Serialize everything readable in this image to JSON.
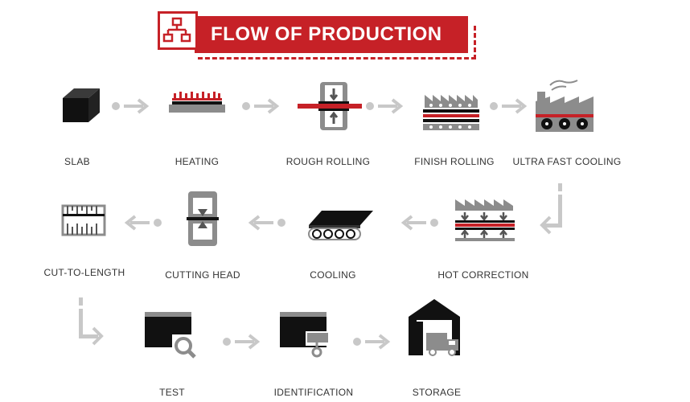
{
  "title": "FLOW OF PRODUCTION",
  "colors": {
    "accent": "#c62127",
    "dark": "#111111",
    "gray": "#8c8c8c",
    "arrow": "#c8c8c8"
  },
  "steps": [
    {
      "label": "SLAB",
      "icon": "slab-block-icon"
    },
    {
      "label": "HEATING",
      "icon": "heating-icon"
    },
    {
      "label": "ROUGH ROLLING",
      "icon": "rough-rolling-press-icon"
    },
    {
      "label": "FINISH ROLLING",
      "icon": "finish-rolling-icon"
    },
    {
      "label": "ULTRA FAST COOLING",
      "icon": "factory-cooling-icon"
    },
    {
      "label": "HOT CORRECTION",
      "icon": "hot-correction-icon"
    },
    {
      "label": "COOLING",
      "icon": "cooling-conveyor-icon"
    },
    {
      "label": "CUTTING HEAD",
      "icon": "cutting-head-press-icon"
    },
    {
      "label": "CUT-TO-LENGTH",
      "icon": "cut-to-length-ruler-icon"
    },
    {
      "label": "TEST",
      "icon": "test-magnifier-icon"
    },
    {
      "label": "IDENTIFICATION",
      "icon": "identification-tag-icon"
    },
    {
      "label": "STORAGE",
      "icon": "storage-warehouse-icon"
    }
  ]
}
